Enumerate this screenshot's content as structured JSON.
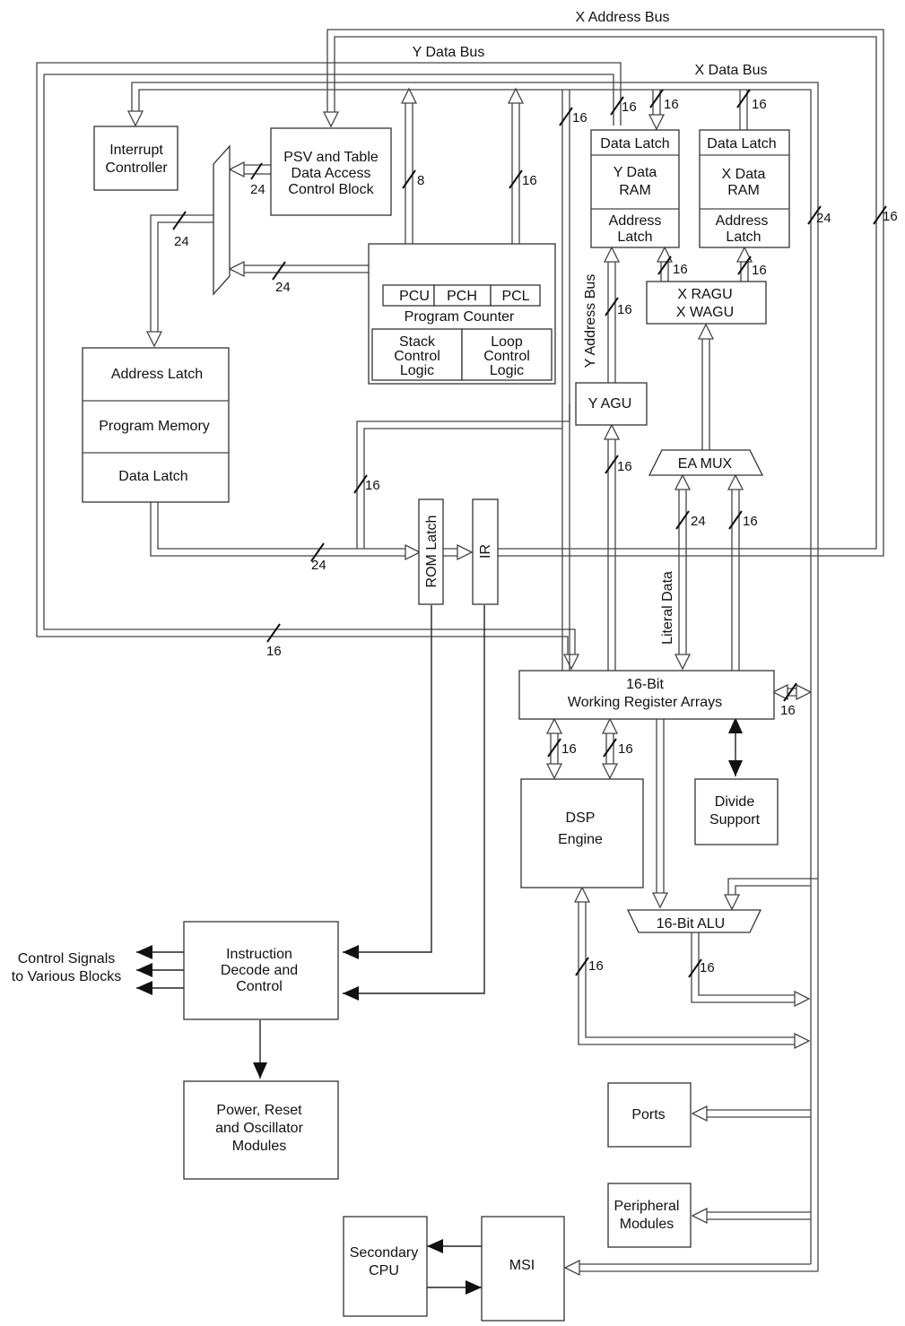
{
  "bus_labels": {
    "x_address_bus": "X Address Bus",
    "y_data_bus": "Y Data Bus",
    "x_data_bus": "X Data Bus",
    "y_address_bus": "Y Address Bus",
    "literal_data": "Literal Data"
  },
  "blocks": {
    "interrupt_controller": [
      "Interrupt",
      "Controller"
    ],
    "psv_block": [
      "PSV and Table",
      "Data Access",
      "Control Block"
    ],
    "pcu": "PCU",
    "pch": "PCH",
    "pcl": "PCL",
    "program_counter": "Program Counter",
    "stack_control": [
      "Stack",
      "Control",
      "Logic"
    ],
    "loop_control": [
      "Loop",
      "Control",
      "Logic"
    ],
    "y_data_latch": "Data Latch",
    "y_data_ram": [
      "Y Data",
      "RAM"
    ],
    "y_address_latch": [
      "Address",
      "Latch"
    ],
    "x_data_latch": "Data Latch",
    "x_data_ram": [
      "X Data",
      "RAM"
    ],
    "x_address_latch": [
      "Address",
      "Latch"
    ],
    "x_ragu": [
      "X RAGU",
      "X WAGU"
    ],
    "y_agu": "Y AGU",
    "ea_mux": "EA MUX",
    "address_latch": "Address Latch",
    "program_memory": "Program Memory",
    "data_latch": "Data Latch",
    "rom_latch": "ROM Latch",
    "ir": "IR",
    "working_regs": [
      "16-Bit",
      "Working Register Arrays"
    ],
    "dsp_engine": [
      "DSP",
      "Engine"
    ],
    "divide_support": [
      "Divide",
      "Support"
    ],
    "alu": "16-Bit ALU",
    "instr_decode": [
      "Instruction",
      "Decode and",
      "Control"
    ],
    "control_signals": [
      "Control Signals",
      "to Various Blocks"
    ],
    "power_reset": [
      "Power, Reset",
      "and Oscillator",
      "Modules"
    ],
    "ports": "Ports",
    "peripheral": [
      "Peripheral",
      "Modules"
    ],
    "secondary_cpu": [
      "Secondary",
      "CPU"
    ],
    "msi": "MSI"
  },
  "widths": {
    "psv_24": "24",
    "pc_8": "8",
    "pc_16": "16",
    "ybus_16": "16",
    "xbus_top_16": "16",
    "xbus_x_16": "16",
    "mux_24": "24",
    "mux_pc_24": "24",
    "yram_16": "16",
    "xram_16": "16",
    "yagu_up_16": "16",
    "yagu_dn_16": "16",
    "xdata_16": "16",
    "xaddr_24": "24",
    "ir_up_16": "16",
    "pm_24": "24",
    "lit_16": "16",
    "ea_24": "24",
    "ybus_w_16": "16",
    "wr_r_16": "16",
    "dsp_a_16": "16",
    "dsp_b_16": "16",
    "dsp_out_16": "16",
    "alu_out_16": "16"
  }
}
